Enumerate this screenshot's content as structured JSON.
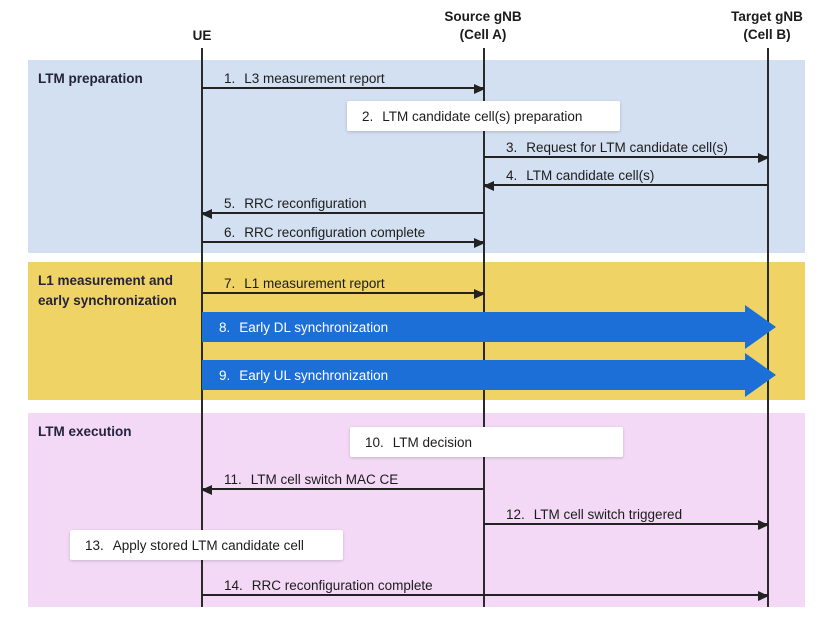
{
  "title": "LTM mobility procedure sequence diagram",
  "header": {
    "ue": "UE",
    "source_line1": "Source gNB",
    "source_line2": "(Cell A)",
    "target_line1": "Target gNB",
    "target_line2": "(Cell B)"
  },
  "sections": [
    {
      "label": "LTM preparation",
      "color": "#D3E0F1"
    },
    {
      "label": "L1 measurement and early synchronization",
      "color": "#F0D365"
    },
    {
      "label": "LTM execution",
      "color": "#F3D9F6"
    }
  ],
  "messages": [
    {
      "num": "1.",
      "text": "L3 measurement report",
      "from": "UE",
      "to": "Source gNB",
      "kind": "arrow"
    },
    {
      "num": "2.",
      "text": "LTM candidate cell(s) preparation",
      "at": "Source gNB",
      "kind": "process-box"
    },
    {
      "num": "3.",
      "text": "Request for LTM candidate cell(s)",
      "from": "Source gNB",
      "to": "Target gNB",
      "kind": "arrow"
    },
    {
      "num": "4.",
      "text": "LTM candidate cell(s)",
      "from": "Target gNB",
      "to": "Source gNB",
      "kind": "arrow"
    },
    {
      "num": "5.",
      "text": "RRC reconfiguration",
      "from": "Source gNB",
      "to": "UE",
      "kind": "arrow"
    },
    {
      "num": "6.",
      "text": "RRC reconfiguration complete",
      "from": "UE",
      "to": "Source gNB",
      "kind": "arrow"
    },
    {
      "num": "7.",
      "text": "L1 measurement report",
      "from": "UE",
      "to": "Source gNB",
      "kind": "arrow"
    },
    {
      "num": "8.",
      "text": "Early DL synchronization",
      "from": "UE",
      "to": "Target gNB",
      "kind": "block-arrow"
    },
    {
      "num": "9.",
      "text": "Early UL synchronization",
      "from": "UE",
      "to": "Target gNB",
      "kind": "block-arrow"
    },
    {
      "num": "10.",
      "text": "LTM decision",
      "at": "Source gNB",
      "kind": "process-box"
    },
    {
      "num": "11.",
      "text": "LTM cell switch MAC CE",
      "from": "Source gNB",
      "to": "UE",
      "kind": "arrow"
    },
    {
      "num": "12.",
      "text": "LTM cell switch triggered",
      "from": "Source gNB",
      "to": "Target gNB",
      "kind": "arrow"
    },
    {
      "num": "13.",
      "text": "Apply stored LTM candidate cell",
      "at": "UE",
      "kind": "process-box"
    },
    {
      "num": "14.",
      "text": "RRC reconfiguration complete",
      "from": "UE",
      "to": "Target gNB",
      "kind": "arrow"
    }
  ],
  "colors": {
    "section_preparation_bg": "#D3E0F1",
    "section_measurement_bg": "#F0D365",
    "section_execution_bg": "#F3D9F6",
    "sync_arrow_blue": "#1B6FD6",
    "line_color": "#222222",
    "text_color": "#1c1c1c",
    "background": "#ffffff"
  }
}
